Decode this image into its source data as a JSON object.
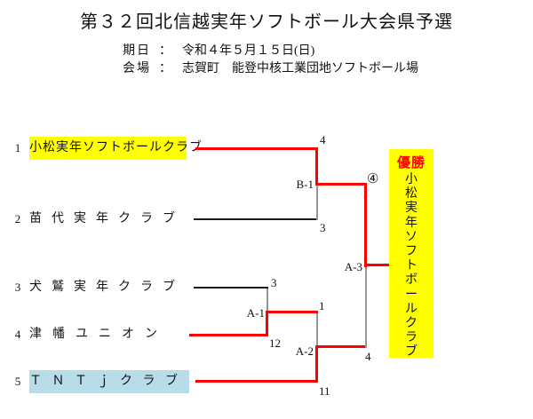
{
  "title": "第３２回北信越実年ソフトボール大会県予選",
  "info": {
    "date_label": "期日",
    "colon": "：",
    "date_value": "令和４年５月１５日(日)",
    "venue_label": "会場",
    "venue_value": "志賀町　能登中核工業団地ソフトボール場"
  },
  "teams": [
    {
      "seed": "1",
      "name": "小松実年ソフトボールクラブ",
      "highlight": "#ffff00"
    },
    {
      "seed": "2",
      "name": "苗代実年クラブ",
      "highlight": ""
    },
    {
      "seed": "3",
      "name": "犬鷲実年クラブ",
      "highlight": ""
    },
    {
      "seed": "4",
      "name": "津幡ユニオン",
      "highlight": ""
    },
    {
      "seed": "5",
      "name": "ＴＮＴｊクラブ",
      "highlight": "#b8dde8"
    }
  ],
  "matches": [
    {
      "label": "B-1",
      "top_score": "4",
      "bottom_score": "3"
    },
    {
      "label": "A-1",
      "top_score": "3",
      "bottom_score": "12"
    },
    {
      "label": "A-2",
      "top_score": "1",
      "bottom_score": "11"
    },
    {
      "label": "A-3",
      "top_score": "④",
      "bottom_score": "4"
    }
  ],
  "champion": {
    "label": "優勝",
    "name": "小松実年ソフトボールクラブ"
  },
  "colors": {
    "winner_path": "#ff0000",
    "loser_path": "#969696",
    "neutral_line": "#1c1c1c",
    "champion_box": "#ffff00",
    "seed1_highlight": "#ffff00",
    "seed5_highlight": "#b8dde8",
    "champion_label_text": "#ff0000"
  }
}
